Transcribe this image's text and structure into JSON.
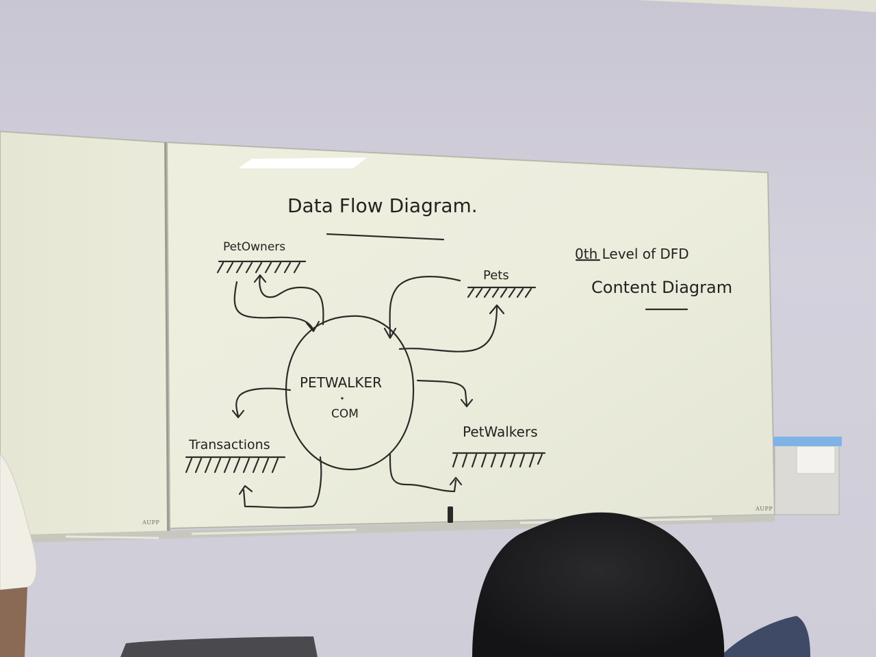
{
  "board": {
    "title": "Data Flow Diagram.",
    "level_note": "0th Level of DFD",
    "subtitle": "Content Diagram",
    "brand_left": "AUPP",
    "brand_right": "AUPP"
  },
  "diagram": {
    "process": {
      "line1": "PETWALKER",
      "line2": "COM"
    },
    "stores": {
      "pet_owners": "PetOwners",
      "pets": "Pets",
      "transactions": "Transactions",
      "pet_walkers": "PetWalkers"
    }
  }
}
